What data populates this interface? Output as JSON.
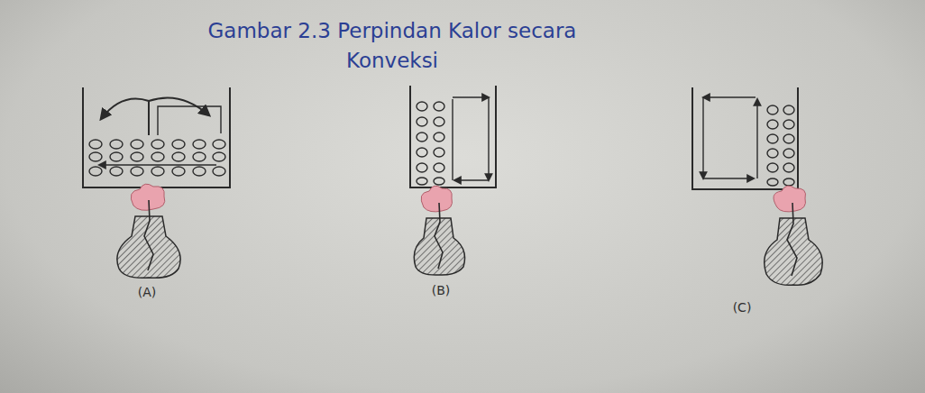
{
  "diagram": {
    "title": "Gambar 2.3 Perpindan Kalor secara Konveksi",
    "labels": [
      "(A)",
      "(B)",
      "(C)"
    ]
  }
}
